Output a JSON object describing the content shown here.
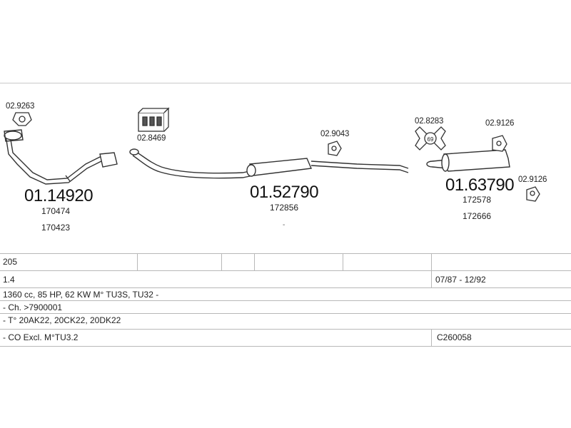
{
  "diagram": {
    "groups": [
      {
        "main_part": "01.14920",
        "sub_refs": [
          "170474",
          "170423"
        ],
        "accessories": [
          "02.9263"
        ]
      },
      {
        "main_part": "01.52790",
        "sub_refs": [
          "172856"
        ],
        "accessories": [
          "02.8469",
          "02.9043"
        ]
      },
      {
        "main_part": "01.63790",
        "sub_refs": [
          "172578",
          "172666"
        ],
        "accessories": [
          "02.8283",
          "02.9126",
          "02.9126"
        ]
      }
    ],
    "clamp_label": "69",
    "dot_mark": "-"
  },
  "table": {
    "rows": [
      {
        "left": "205",
        "right": ""
      },
      {
        "left": "1.4",
        "right": "07/87 - 12/92"
      },
      {
        "left": "1360 cc, 85 HP, 62 KW M° TU3S, TU32 -",
        "right": ""
      },
      {
        "left": "- Ch. >7900001",
        "right": ""
      },
      {
        "left": "- T° 20AK22, 20CK22, 20DK22",
        "right": ""
      },
      {
        "left": "- CO Excl. M°TU3.2",
        "right": "C260058"
      }
    ]
  }
}
